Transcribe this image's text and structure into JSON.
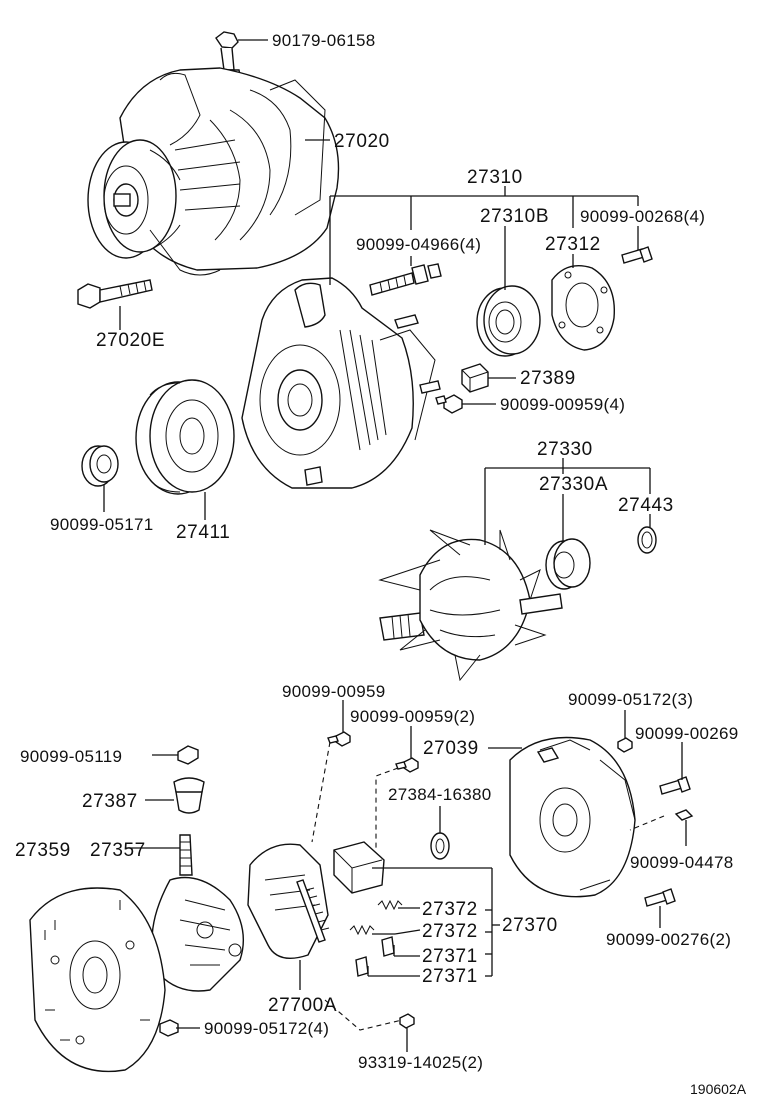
{
  "labels": {
    "p90179_06158": "90179-06158",
    "p27020": "27020",
    "p27020E": "27020E",
    "p27310": "27310",
    "p27310B": "27310B",
    "p90099_00268": "90099-00268(4)",
    "p27312": "27312",
    "p90099_04966": "90099-04966(4)",
    "p27389": "27389",
    "p90099_00959_4": "90099-00959(4)",
    "p90099_05171": "90099-05171",
    "p27411": "27411",
    "p27330": "27330",
    "p27330A": "27330A",
    "p27443": "27443",
    "p90099_00959": "90099-00959",
    "p90099_00959_2": "90099-00959(2)",
    "p90099_05172_3": "90099-05172(3)",
    "p90099_05119": "90099-05119",
    "p27039": "27039",
    "p90099_00269": "90099-00269",
    "p27387": "27387",
    "p27384_16380": "27384-16380",
    "p27359": "27359",
    "p27357": "27357",
    "p90099_04478": "90099-04478",
    "p27372_a": "27372",
    "p27370": "27370",
    "p27372_b": "27372",
    "p27371_a": "27371",
    "p27371_b": "27371",
    "p90099_00276": "90099-00276(2)",
    "p27700A": "27700A",
    "p90099_05172_4": "90099-05172(4)",
    "p93319_14025": "93319-14025(2)",
    "diagram_id": "190602A"
  }
}
